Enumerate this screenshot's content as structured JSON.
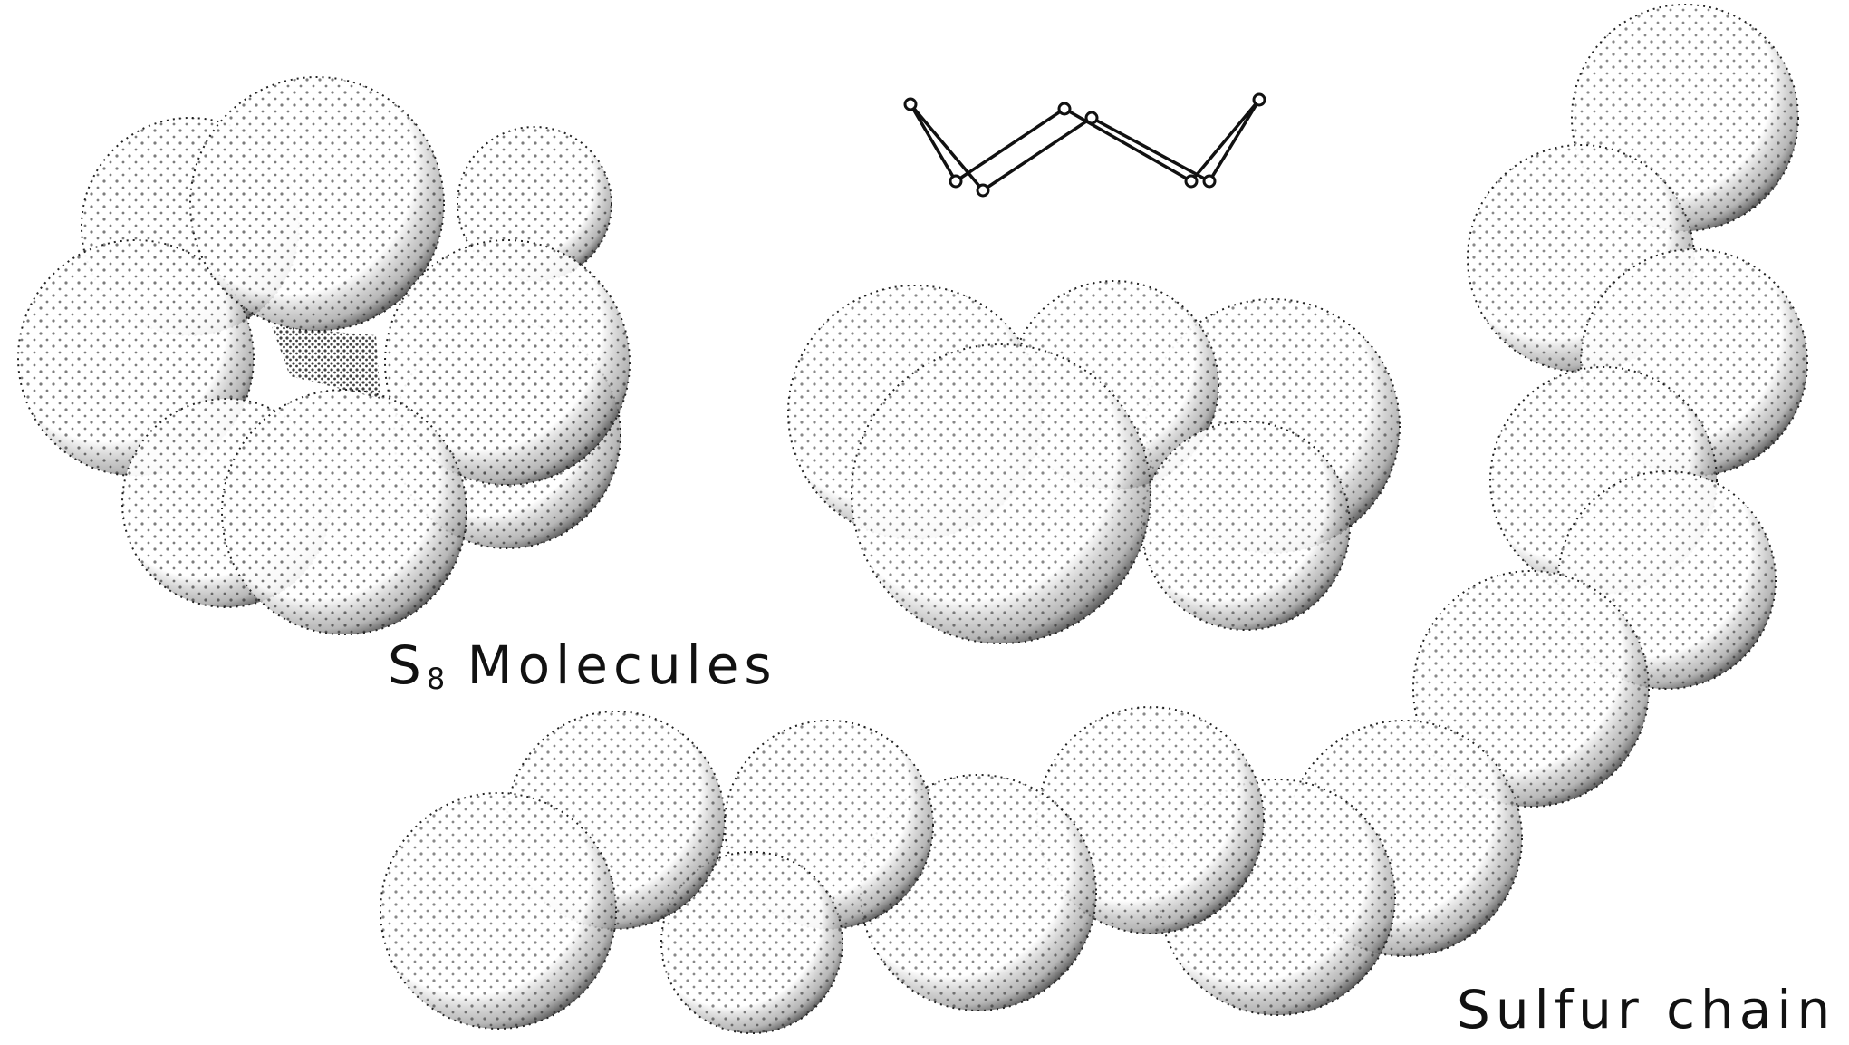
{
  "labels": {
    "molecules_prefix": "S",
    "molecules_subscript": "8",
    "molecules_text": " Molecules",
    "chain": "Sulfur chain"
  },
  "colors": {
    "ink": "#111111",
    "sphere_fill": "#ffffff",
    "background": "#ffffff"
  },
  "components": [
    "s8-molecule-top-view",
    "s8-molecule-side-view",
    "s8-ring-skeleton",
    "sulfur-chain"
  ]
}
